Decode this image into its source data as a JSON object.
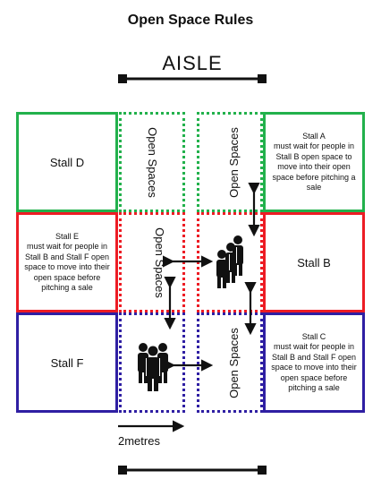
{
  "title": "Open Space Rules",
  "aisle": "AISLE",
  "stalls": {
    "d": "Stall D",
    "a": "Stall A\nmust wait for people in Stall B open space to move into their open space before pitching a sale",
    "e": "Stall E\nmust wait for people in Stall B and Stall F open space to move into their open space before pitching a sale",
    "b": "Stall B",
    "f": "Stall F",
    "c": "Stall C\nmust wait for people in Stall B  and Stall F open space to move into their open space before pitching a sale"
  },
  "open_spaces_label": "Open Spaces",
  "distance_label": "2metres",
  "icons": [
    "people-group-icon",
    "double-arrow-icon"
  ],
  "colors": {
    "green": "#22b14c",
    "red": "#ed1c24",
    "blue": "#2f1fa3",
    "ink": "#111111"
  }
}
